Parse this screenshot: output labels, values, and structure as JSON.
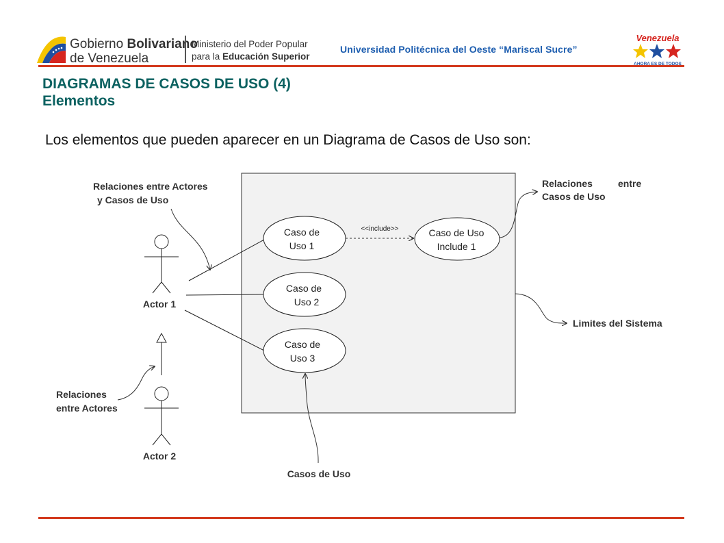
{
  "header": {
    "gov_name_line1_regular": "Gobierno ",
    "gov_name_line1_bold": "Bolivariano",
    "gov_name_line2": "de Venezuela",
    "ministry_line1": "Ministerio del Poder Popular",
    "ministry_line2_regular": "para la ",
    "ministry_line2_bold": "Educación Superior",
    "university": "Universidad Politécnica del Oeste “Mariscal Sucre”",
    "right_logo_title": "Venezuela",
    "right_logo_sub": "AHORA ES DE TODOS"
  },
  "slide": {
    "title": "DIAGRAMAS DE CASOS DE USO (4)",
    "subtitle": "Elementos",
    "intro": "Los elementos que pueden aparecer en un Diagrama de Casos de Uso son:"
  },
  "diagram": {
    "use_cases": [
      {
        "line1": "Caso de",
        "line2": "Uso 1"
      },
      {
        "line1": "Caso de",
        "line2": "Uso 2"
      },
      {
        "line1": "Caso de",
        "line2": "Uso 3"
      },
      {
        "line1": "Caso de Uso",
        "line2": "Include 1"
      }
    ],
    "include_label": "<<include>>",
    "actors": [
      "Actor 1",
      "Actor 2"
    ],
    "annotations": {
      "actor_uc_relations_line1": "Relaciones entre Actores",
      "actor_uc_relations_line2": "y Casos de Uso",
      "uc_relations_word1": "Relaciones",
      "uc_relations_word2": "entre",
      "uc_relations_line2": "Casos de Uso",
      "system_limits": "Limites del Sistema",
      "actor_relations_line1": "Relaciones",
      "actor_relations_line2": "entre Actores",
      "use_cases_label": "Casos de Uso"
    }
  },
  "colors": {
    "accent_red": "#d33a1e",
    "title_teal": "#0b6160",
    "university_blue": "#1f5fb0",
    "system_fill": "#f2f2f2"
  }
}
